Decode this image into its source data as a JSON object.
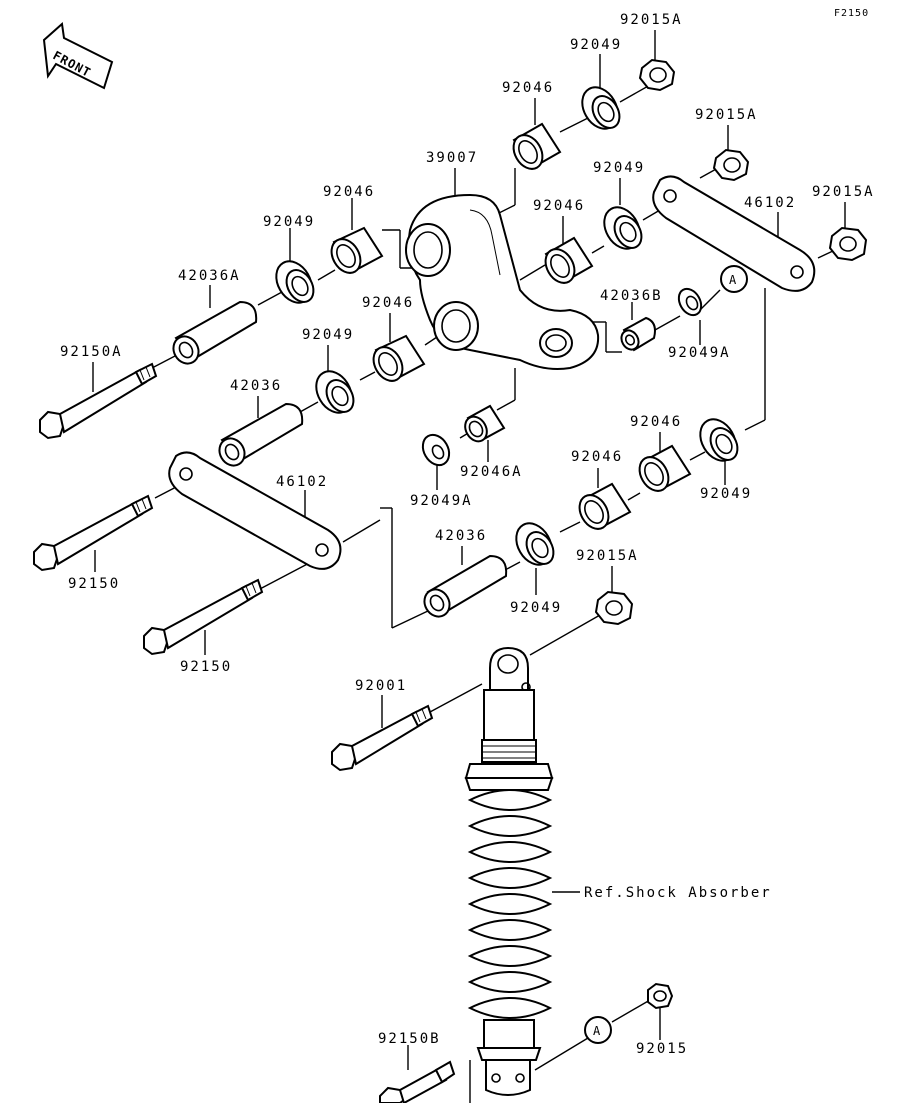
{
  "diagram": {
    "code": "F2150",
    "front_label": "FRONT",
    "callout_letter": "A",
    "ref_label": "Ref.Shock Absorber"
  },
  "labels": {
    "p92015A_1": "92015A",
    "p92049_1": "92049",
    "p92046_1": "92046",
    "p92015A_2": "92015A",
    "p39007": "39007",
    "p92049_2": "92049",
    "p92046_2": "92046",
    "p92049_3": "92049",
    "p92046_3": "92046",
    "p46102_1": "46102",
    "p92015A_3": "92015A",
    "p42036A": "42036A",
    "p42036B": "42036B",
    "p92150A": "92150A",
    "p92049_4": "92049",
    "p92046_4": "92046",
    "p92049A_1": "92049A",
    "p42036_1": "42036",
    "p92046_5": "92046",
    "p92046A": "92046A",
    "p92049A_2": "92049A",
    "p92046_6": "92046",
    "p92049_5": "92049",
    "p46102_2": "46102",
    "p42036_2": "42036",
    "p92015A_4": "92015A",
    "p92150_1": "92150",
    "p92049_6": "92049",
    "p92150_2": "92150",
    "p92001": "92001",
    "p92150B": "92150B",
    "p92015": "92015"
  }
}
